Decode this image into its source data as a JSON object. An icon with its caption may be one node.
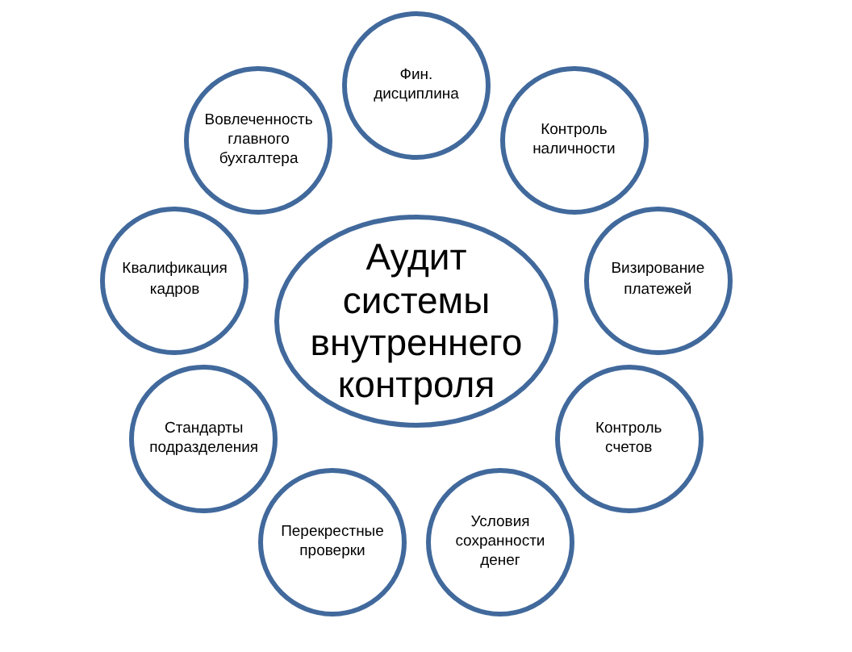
{
  "diagram": {
    "nodes": [
      {
        "text": [
          "Аудит системы внутреннего контроля"
        ]
      },
      {
        "text": [
          "Фин. дисциплина"
        ]
      },
      {
        "text": [
          "Контроль наличности"
        ]
      },
      {
        "text": [
          "Визирование платежей"
        ]
      },
      {
        "text": [
          "Контроль счетов"
        ]
      },
      {
        "text": [
          "Условия сохранности денег"
        ]
      },
      {
        "text": [
          "Перекрестные проверки"
        ]
      },
      {
        "text": [
          "Стандарты подразделения"
        ]
      },
      {
        "text": [
          "Квалификация кадров"
        ]
      },
      {
        "text": [
          "Вовлеченность главного бухгалтера"
        ]
      }
    ]
  }
}
